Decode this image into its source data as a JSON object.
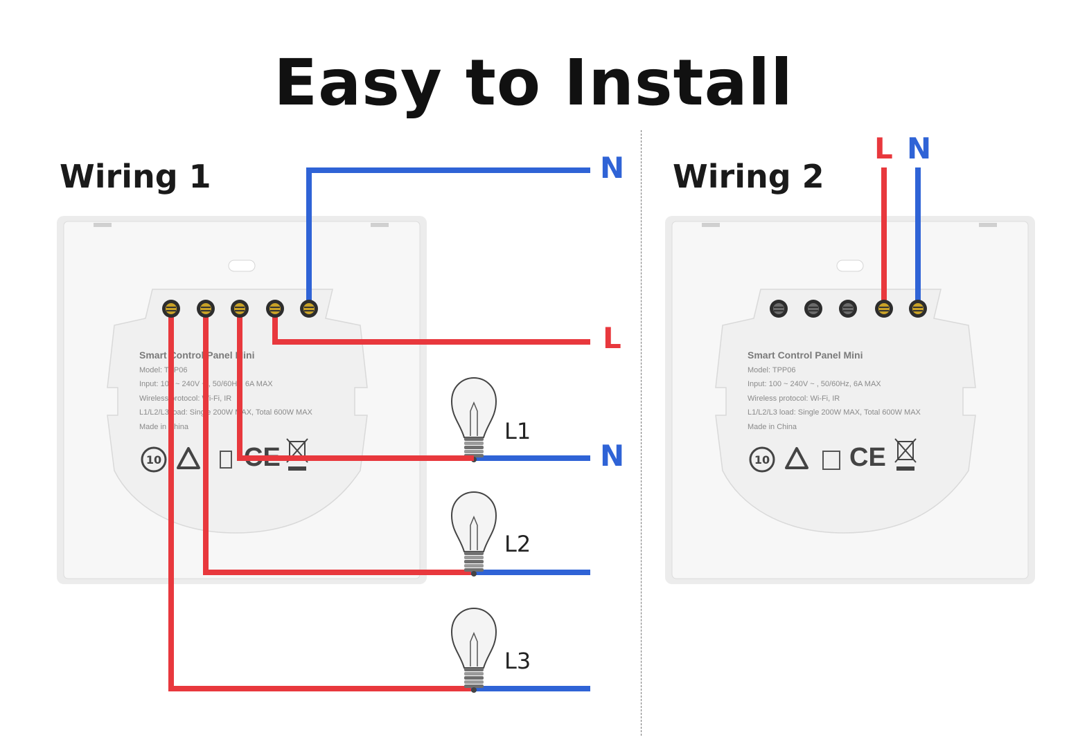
{
  "title": "Easy to Install",
  "wiring1": {
    "heading": "Wiring 1",
    "labels": {
      "n_top": "N",
      "l": "L",
      "n_mid": "N"
    },
    "loads": [
      "L1",
      "L2",
      "L3"
    ]
  },
  "wiring2": {
    "heading": "Wiring 2",
    "labels": {
      "l": "L",
      "n": "N"
    }
  },
  "panel": {
    "name": "Smart Control Panel Mini",
    "model": "Model:  TPP06",
    "input": "Input:  100 ~ 240V ~ ,  50/60Hz,  6A MAX",
    "protocol": "Wireless protocol:  Wi-Fi,  IR",
    "load": "L1/L2/L3 load:  Single 200W MAX,  Total 600W MAX",
    "origin": "Made in China",
    "ce_mark": "CE",
    "badge": "10"
  },
  "colors": {
    "live": "#e8383d",
    "neutral": "#2f63d6",
    "panel": "#f5f5f5",
    "ink": "#111111"
  }
}
